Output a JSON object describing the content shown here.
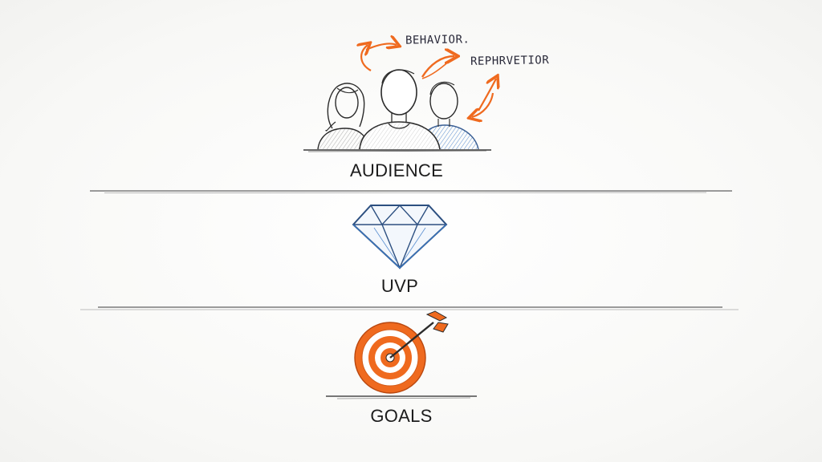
{
  "annotations": {
    "behavior": "BEHAVIOR.",
    "repeat_behavior": "REPHRVETIOR"
  },
  "sections": [
    {
      "id": "audience",
      "label": "AUDIENCE",
      "icon": "people-group-icon"
    },
    {
      "id": "uvp",
      "label": "UVP",
      "icon": "diamond-icon"
    },
    {
      "id": "goals",
      "label": "GOALS",
      "icon": "target-arrow-icon"
    }
  ],
  "colors": {
    "ink": "#2b2b2b",
    "accent_orange": "#ef6a1f",
    "accent_blue": "#3a7bc8",
    "divider": "#8a8a8a"
  }
}
